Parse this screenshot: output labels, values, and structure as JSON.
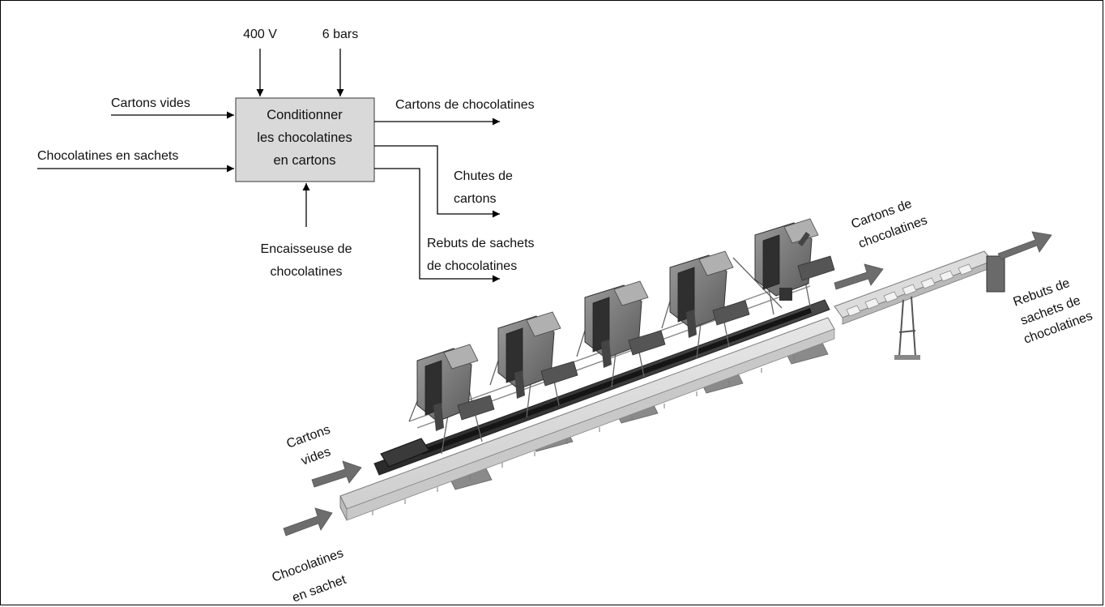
{
  "block_diagram": {
    "function_box": {
      "lines": [
        "Conditionner",
        "les chocolatines",
        "en cartons"
      ]
    },
    "controls": [
      {
        "label": "400 V"
      },
      {
        "label": "6 bars"
      }
    ],
    "inputs": [
      {
        "label": "Cartons vides"
      },
      {
        "label": "Chocolatines en sachets"
      }
    ],
    "mechanism": {
      "lines": [
        "Encaisseuse de",
        "chocolatines"
      ]
    },
    "outputs": [
      {
        "lines": [
          "Cartons de chocolatines"
        ]
      },
      {
        "lines": [
          "Chutes de",
          "cartons"
        ]
      },
      {
        "lines": [
          "Rebuts de sachets",
          "de chocolatines"
        ]
      }
    ]
  },
  "machine_illustration": {
    "labels": {
      "cartons_vides": [
        "Cartons",
        "vides"
      ],
      "chocolatines_en_sachet": [
        "Chocolatines",
        "en sachet"
      ],
      "cartons_de_chocolatines": [
        "Cartons de",
        "chocolatines"
      ],
      "rebuts": [
        "Rebuts de",
        "sachets de",
        "chocolatines"
      ]
    },
    "arrow_color": "#6d6d6d",
    "robot_count": 5
  }
}
